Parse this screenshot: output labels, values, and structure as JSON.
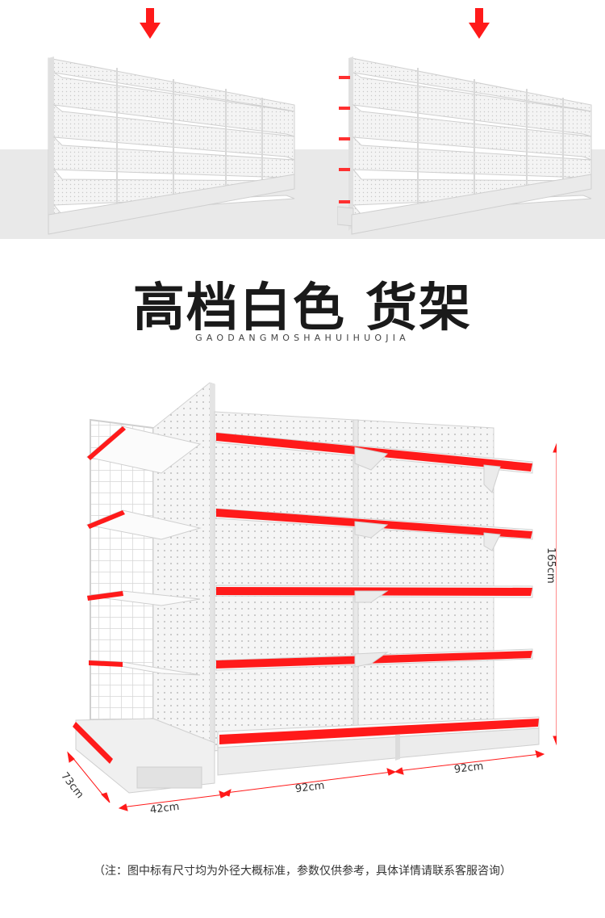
{
  "title": "高档白色 货架",
  "subtitle": "GAODANGMOSHAHUIHUOJIA",
  "dimensions": {
    "height": "165cm",
    "width_left": "92cm",
    "width_right": "92cm",
    "side": "42cm",
    "depth": "73cm"
  },
  "note": "（注：图中标有尺寸均为外径大概标准，参数仅供参考，具体详情请联系客服咨询）",
  "colors": {
    "accent_red": "#ff1a1a",
    "shelf_white": "#f3f3f3",
    "grey_band": "#e9e9e9"
  },
  "icons": [
    "down-arrow-icon",
    "down-arrow-icon"
  ]
}
